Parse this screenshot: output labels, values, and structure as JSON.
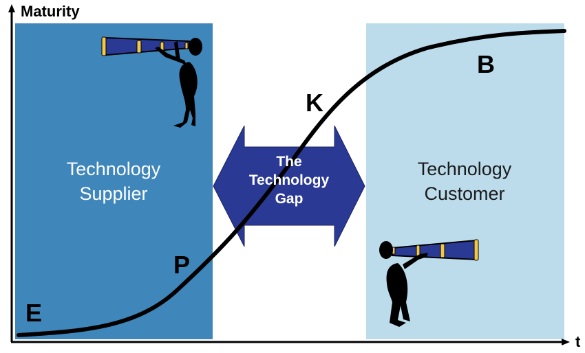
{
  "diagram": {
    "axes": {
      "y_label": "Maturity",
      "x_label": "t"
    },
    "regions": {
      "supplier": {
        "label_line1": "Technology",
        "label_line2": "Supplier",
        "color": "#3f86bb"
      },
      "gap": {
        "line1": "The",
        "line2": "Technology",
        "line3": "Gap",
        "arrow_color": "#2a3a94"
      },
      "customer": {
        "label_line1": "Technology",
        "label_line2": "Customer",
        "color": "#bcdcec"
      }
    },
    "curve_points": {
      "E": "E",
      "P": "P",
      "K": "K",
      "B": "B"
    },
    "icons": {
      "supplier_figure": "telescope-figure-icon",
      "customer_figure": "telescope-figure-icon"
    },
    "colors": {
      "curve": "#000000",
      "telescope_body": "#2a3a94",
      "telescope_rings": "#f2c84b"
    }
  }
}
